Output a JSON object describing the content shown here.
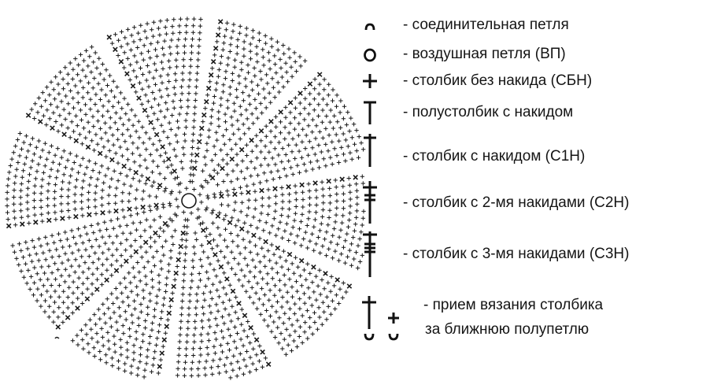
{
  "legend": {
    "slip_stitch": "- соединительная петля",
    "chain": "- воздушная петля (ВП)",
    "sc": "- столбик без накида  (СБН)",
    "hdc": "- полустолбик с накидом",
    "dc": "- столбик с накидом (С1Н)",
    "tr": "- столбик с 2-мя накидами (С2Н)",
    "dtr": "- столбик с 3-мя накидами (С3Н)",
    "blo_line1": "- прием вязания столбика",
    "blo_line2": "за ближнюю полупетлю"
  },
  "diagram": {
    "wedge_count": 10,
    "row_count": 26,
    "line_color": "#1a1a1a"
  }
}
